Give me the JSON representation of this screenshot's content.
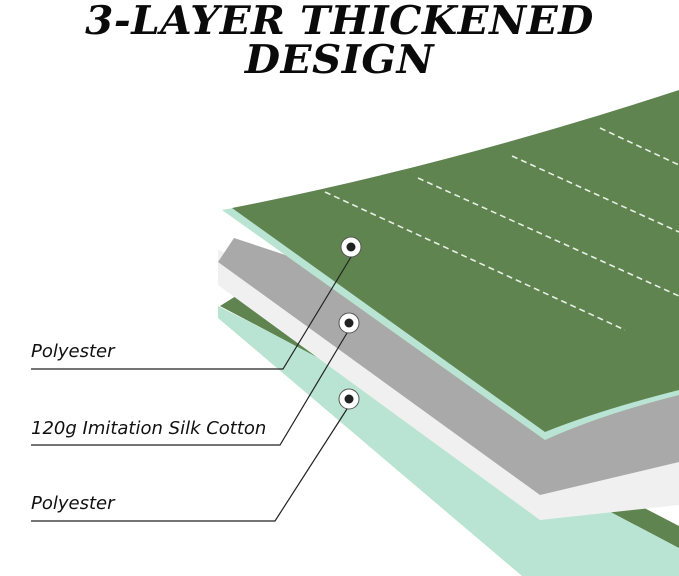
{
  "title": "3-LAYER THICKENED DESIGN",
  "layers": [
    {
      "label": "Polyester",
      "color": "#5f8450"
    },
    {
      "label": "120g Imitation Silk Cotton",
      "color": "#a9a9a9"
    },
    {
      "label": "Polyester",
      "color": "#5f8450"
    }
  ],
  "colors": {
    "fabric_green": "#5f8450",
    "fabric_edge": "#b9e4d3",
    "filling_gray": "#a9a9a9",
    "filling_white": "#f0f0f0",
    "leader_line": "#222222"
  }
}
